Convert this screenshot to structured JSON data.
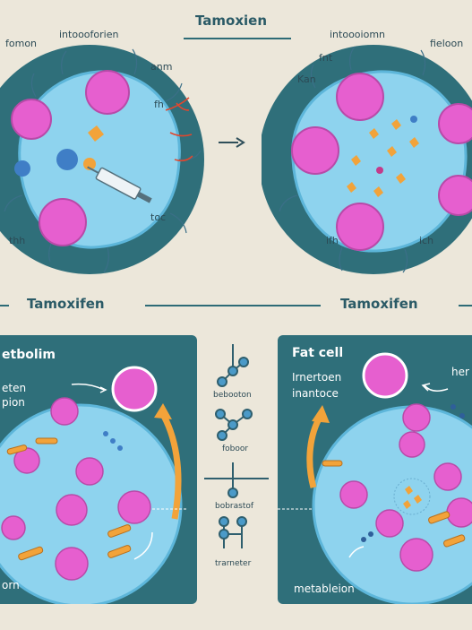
{
  "header": {
    "title": "Tamoxien"
  },
  "top_left": {
    "labels": [
      "fomon",
      "intoooforien",
      "anm",
      "fh",
      "toc",
      "thh"
    ]
  },
  "top_right": {
    "labels": [
      "intoooiomn",
      "fnt",
      "fieloon",
      "Kan",
      "ifh",
      "ich"
    ]
  },
  "middle": {
    "left_title": "Tamoxifen",
    "right_title": "Tamoxifen"
  },
  "bottom_left": {
    "title": "etbolim",
    "line1": "eten",
    "line2": "pion",
    "footer": "orn"
  },
  "bottom_right": {
    "title": "Fat cell",
    "line1": "Irnertoen",
    "line2": "inantoce",
    "side": "her",
    "footer": "metableion"
  },
  "center_column": {
    "labels": [
      "bebooton",
      "foboor",
      "bobrastof",
      "trarneter"
    ]
  },
  "colors": {
    "background": "#ece7da",
    "teal": "#2f6f7a",
    "cell_blue": "#8ed3ee",
    "nucleus_pink": "#e65fcf",
    "accent_orange": "#f2a33a"
  }
}
